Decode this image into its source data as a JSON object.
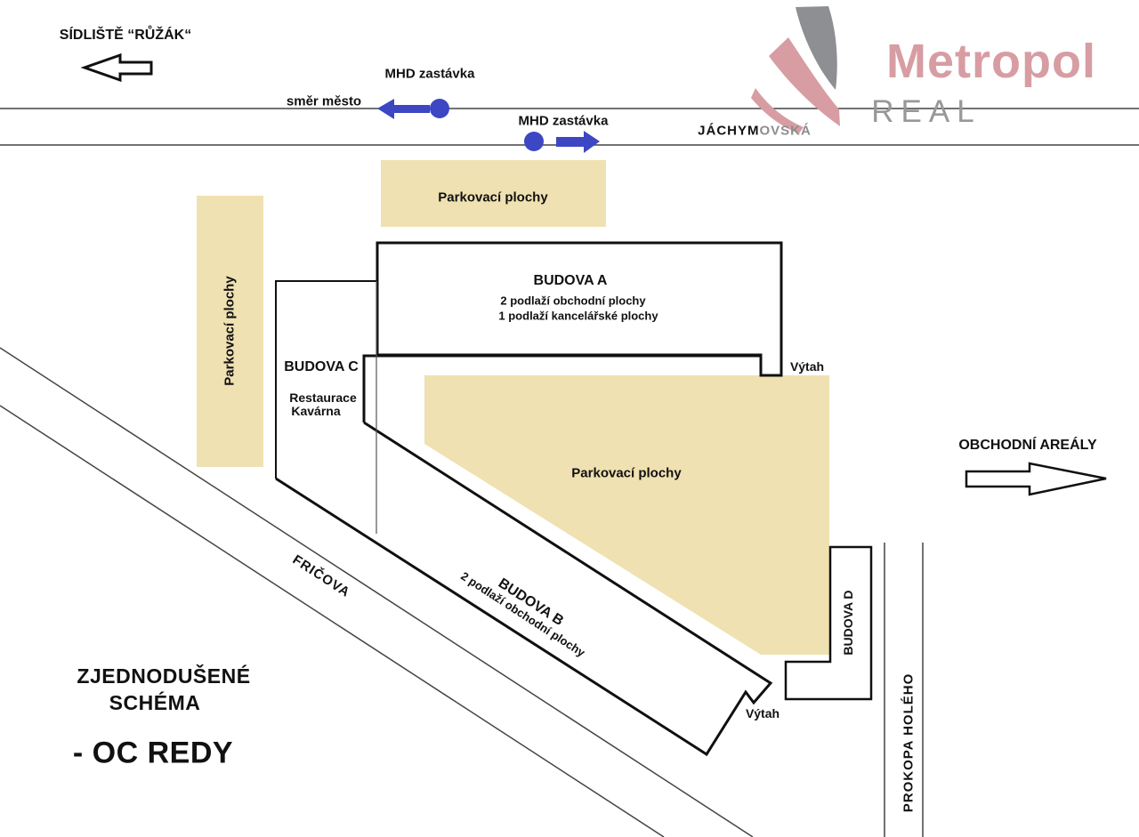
{
  "legend": {
    "title_line1": "ZJEDNODUŠENÉ",
    "title_line2": "SCHÉMA",
    "title_line3": "- OC REDY"
  },
  "logo": {
    "brand": "Metropol",
    "suffix": "REAL"
  },
  "streets": {
    "jachymovska_bold": "JÁCHYM",
    "jachymovska_gray": "OVSKÁ",
    "fricova": "FRIČOVA",
    "prokopa_holeho": "PROKOPA HOLÉHO"
  },
  "transit": {
    "stop1_label": "MHD zastávka",
    "stop2_label": "MHD zastávka",
    "direction_label": "směr město"
  },
  "destinations": {
    "sidliste": "SÍDLIŠTĚ “RŮŽÁK“",
    "obchodni_arealy": "OBCHODNÍ AREÁLY"
  },
  "parking": {
    "top_label": "Parkovací plochy",
    "left_label": "Parkovací plochy",
    "central_label": "Parkovací plochy"
  },
  "buildings": {
    "a": {
      "name": "BUDOVA A",
      "line1": "2 podlaží obchodní plochy",
      "line2": "1 podlaží kancelářské plochy"
    },
    "b": {
      "name": "BUDOVA B",
      "line1": "2 podlaží obchodní plochy"
    },
    "c": {
      "name": "BUDOVA C",
      "line1": "Restaurace",
      "line2": "Kavárna"
    },
    "d": {
      "name": "BUDOVA D"
    },
    "elevator_a": "Výtah",
    "elevator_b": "Výtah"
  },
  "colors": {
    "parking_fill": "#efe1b1",
    "transit_blue": "#3d46c3",
    "brand_pink": "#d79da3",
    "brand_gray": "#97989a",
    "street_line": "#444444",
    "outline_black": "#101010"
  }
}
